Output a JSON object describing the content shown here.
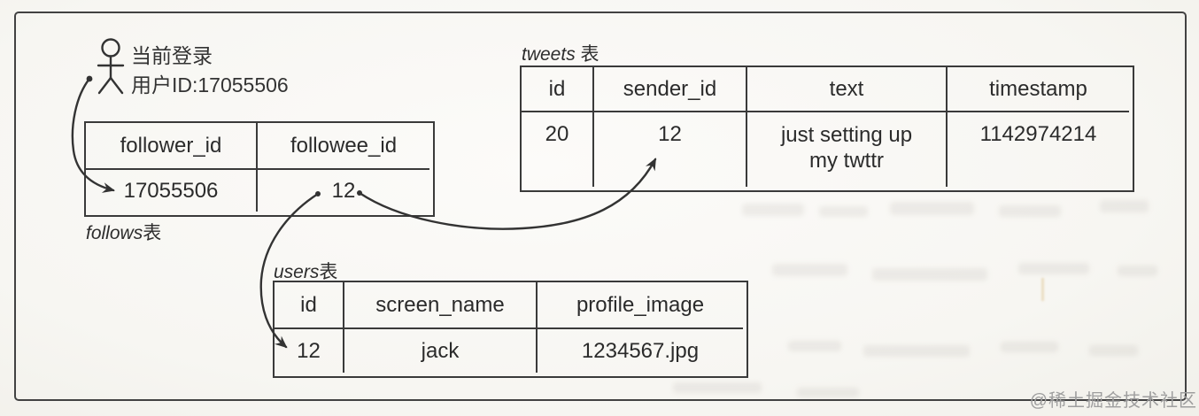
{
  "annotation": {
    "line1": "当前登录",
    "line2": "用户ID:17055506"
  },
  "icons": {
    "user": "stick-figure-person"
  },
  "tables": {
    "follows": {
      "label_en": "follows",
      "label_zh": "表",
      "headers": [
        "follower_id",
        "followee_id"
      ],
      "rows": [
        [
          "17055506",
          "12"
        ]
      ]
    },
    "tweets": {
      "label_en": "tweets",
      "label_zh": " 表",
      "headers": [
        "id",
        "sender_id",
        "text",
        "timestamp"
      ],
      "rows": [
        [
          "20",
          "12",
          "just setting up\nmy twttr",
          "1142974214"
        ]
      ]
    },
    "users": {
      "label_en": "users",
      "label_zh": "表",
      "headers": [
        "id",
        "screen_name",
        "profile_image"
      ],
      "rows": [
        [
          "12",
          "jack",
          "1234567.jpg"
        ]
      ]
    }
  },
  "watermark": "@稀土掘金技术社区",
  "colors": {
    "line": "#3a3a3a",
    "text": "#2d2d2d",
    "paper": "#f8f7f4",
    "watermark": "#9e9e9e"
  }
}
